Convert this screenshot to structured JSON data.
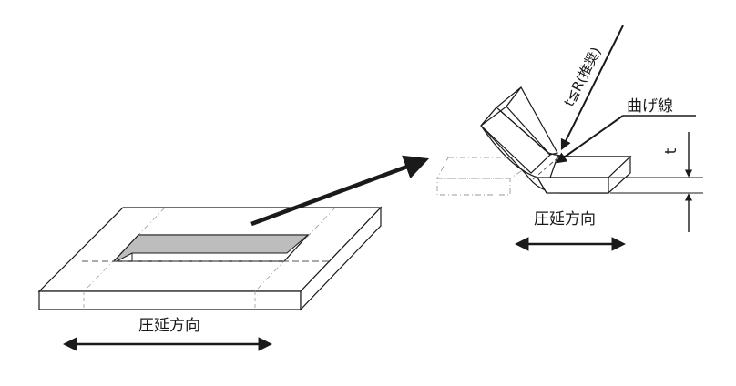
{
  "labels": {
    "rolling_direction_plate": "圧延方向",
    "rolling_direction_bent": "圧延方向",
    "bend_line": "曲げ線",
    "radius_note": "t≦R(推奨)",
    "thickness": "t"
  },
  "colors": {
    "outline": "#1a1a1a",
    "cutout_fill": "#bdbdbd",
    "face_fill": "#ffffff",
    "ghost_line": "#9a9a9a",
    "dashed_line": "#555555"
  }
}
